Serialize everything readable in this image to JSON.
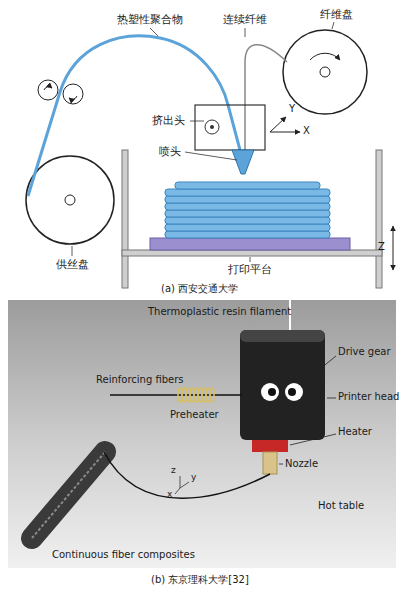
{
  "diagram": {
    "labels": [
      "热塑性聚合物",
      "连续纤维",
      "纤维盘",
      "挤出头",
      "喷头",
      "Y",
      "X",
      "Z",
      "打印平台",
      "供丝盘",
      "(a) 西安交通大学",
      "Thermoplastic resin filament",
      "Reinforcing fibers",
      "Drive gear",
      "Preheater",
      "Printer head",
      "Heater",
      "Nozzle",
      "z",
      "y",
      "x",
      "Continuous fiber composites",
      "Hot table",
      "(b) 东京理科大学[32]"
    ]
  }
}
